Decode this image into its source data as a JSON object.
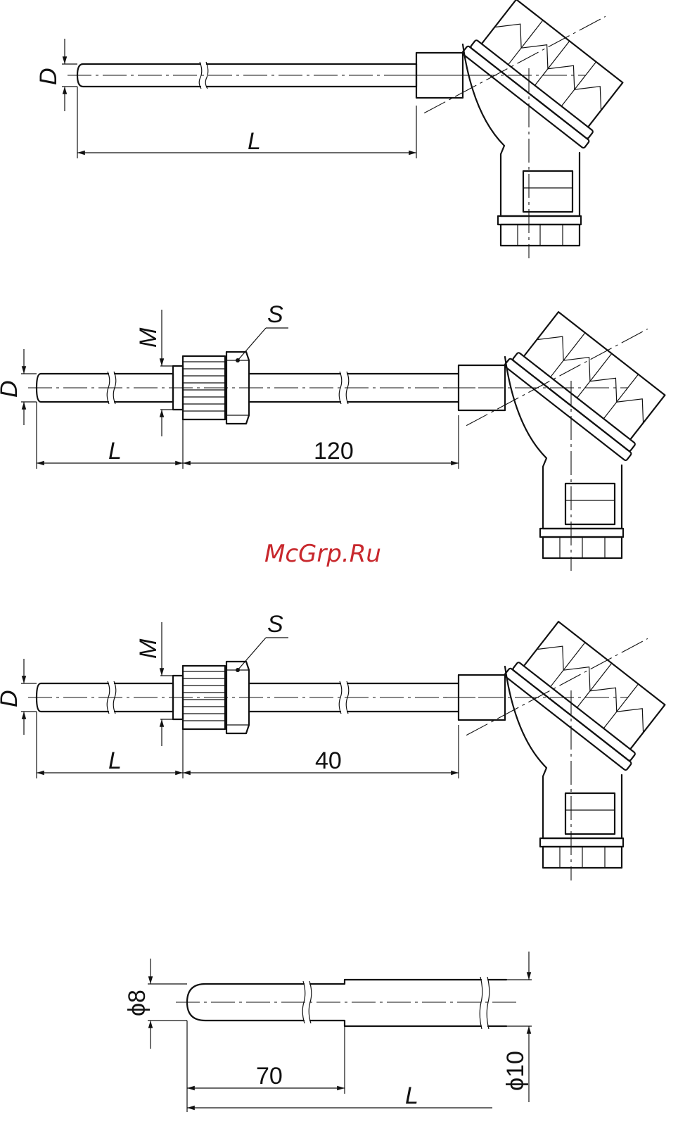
{
  "watermark": "McGrp.Ru",
  "views": [
    {
      "id": "view-1",
      "labels": {
        "diameter": "D",
        "length": "L"
      }
    },
    {
      "id": "view-2",
      "labels": {
        "diameter": "D",
        "thread": "M",
        "wrench": "S",
        "length": "L",
        "extension": "120"
      }
    },
    {
      "id": "view-3",
      "labels": {
        "diameter": "D",
        "thread": "M",
        "wrench": "S",
        "length": "L",
        "extension": "40"
      }
    },
    {
      "id": "view-4",
      "labels": {
        "tip_diameter": "ϕ8",
        "tip_length": "70",
        "body_diameter": "ϕ10",
        "length": "L"
      }
    }
  ],
  "colors": {
    "line": "#111111",
    "watermark": "#c8282d",
    "background": "#ffffff"
  }
}
